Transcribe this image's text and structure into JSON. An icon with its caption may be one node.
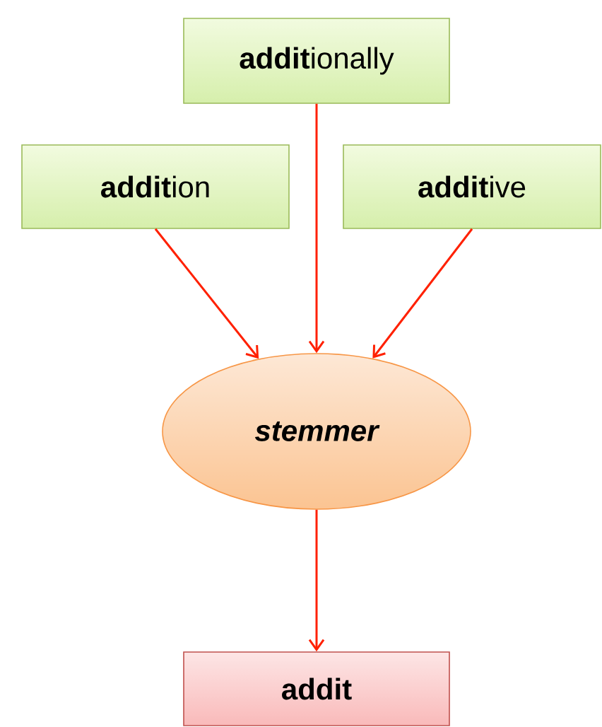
{
  "diagram": {
    "nodes": [
      {
        "text": [
          "**addit**ionally"
        ]
      },
      {
        "text": [
          "**addit**ion"
        ]
      },
      {
        "text": [
          "**addit**ive"
        ]
      },
      {
        "text": [
          "stemmer"
        ]
      },
      {
        "text": [
          "addit"
        ]
      }
    ],
    "edges": [
      {
        "from": 1,
        "to": 3,
        "arrow": "to"
      },
      {
        "from": 0,
        "to": 3,
        "arrow": "to"
      },
      {
        "from": 2,
        "to": 3,
        "arrow": "to"
      },
      {
        "from": 3,
        "to": 4,
        "arrow": "to"
      }
    ]
  }
}
